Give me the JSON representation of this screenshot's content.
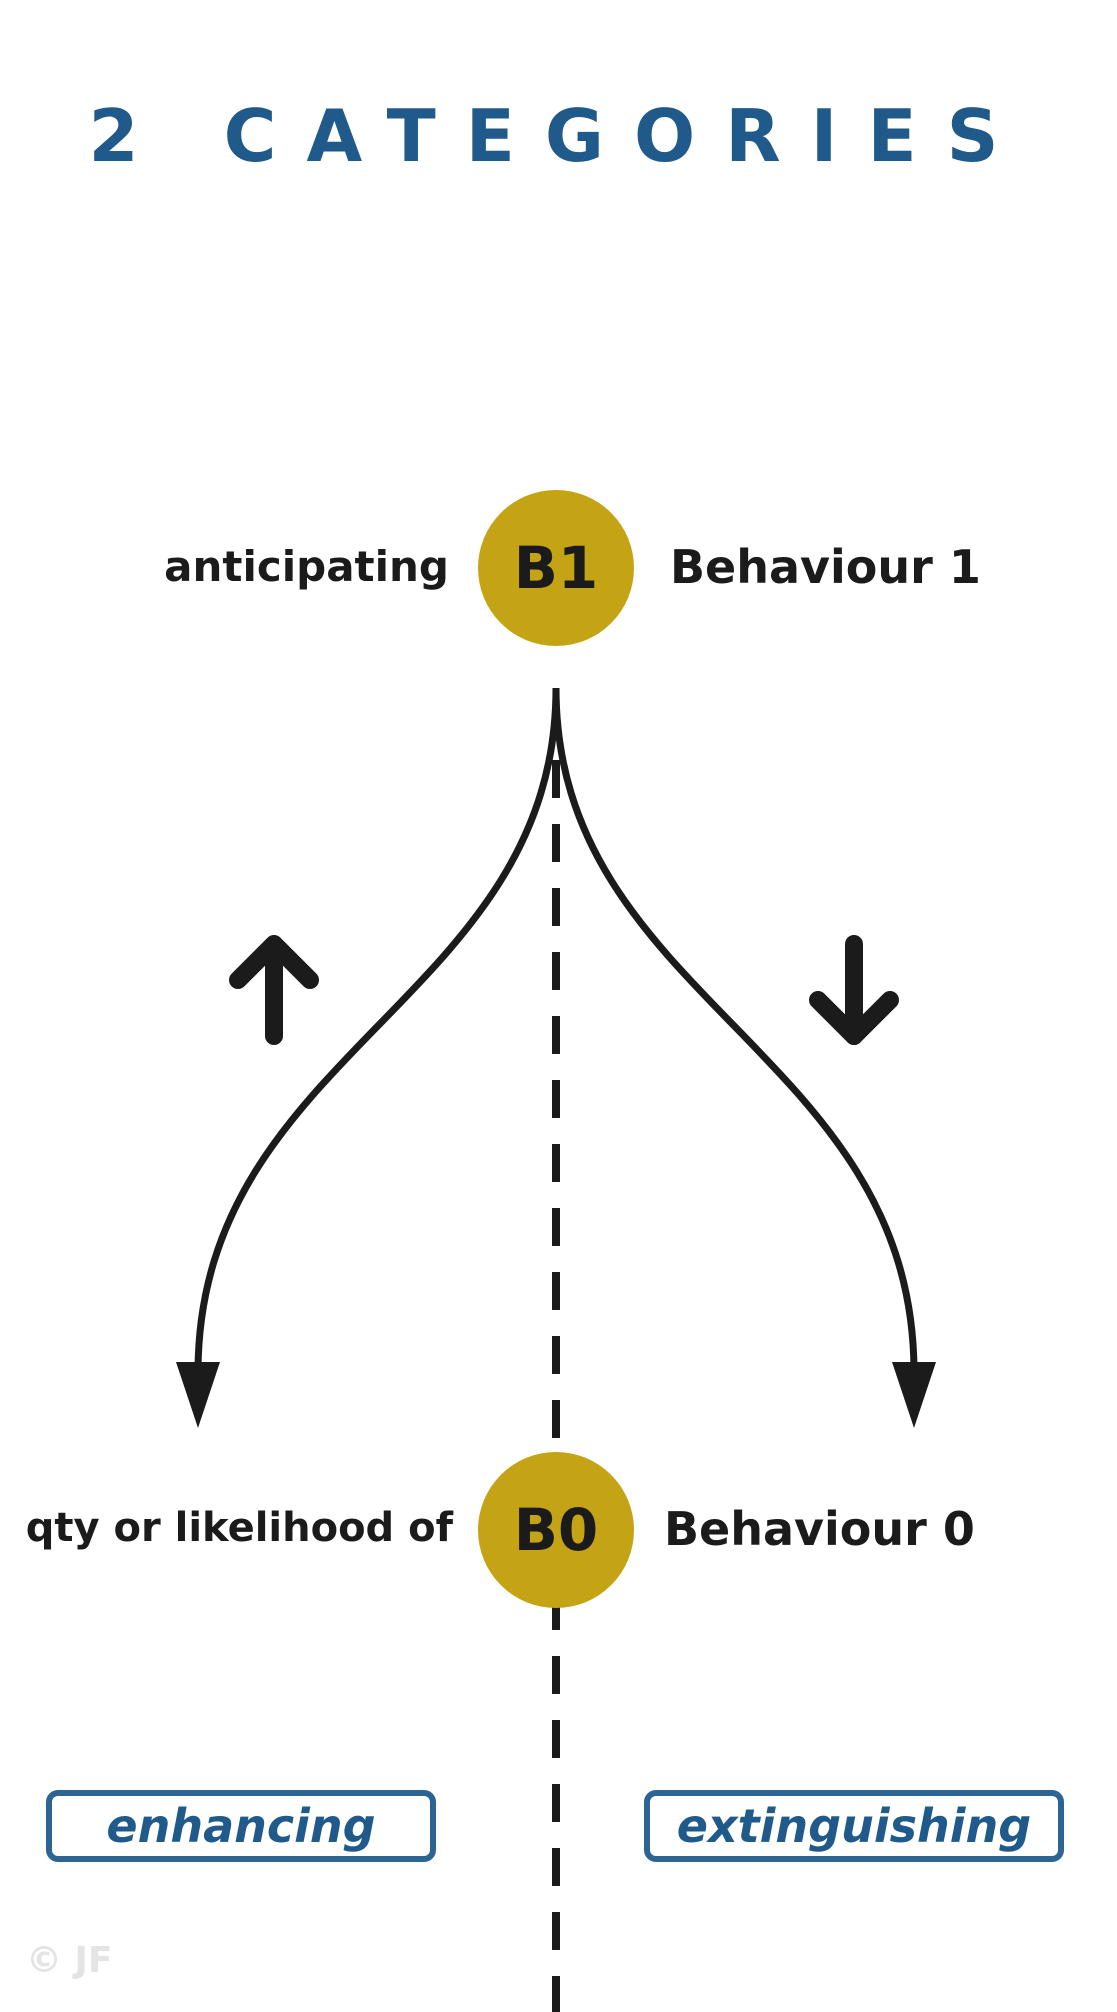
{
  "title": "2 CATEGORIES",
  "nodes": {
    "b1": {
      "label": "B1",
      "left_text": "anticipating",
      "right_text": "Behaviour 1"
    },
    "b0": {
      "label": "B0",
      "left_text": "qty or likelihood of",
      "right_text": "Behaviour 0"
    }
  },
  "indicators": {
    "left": "up-arrow",
    "right": "down-arrow"
  },
  "boxes": {
    "left": "enhancing",
    "right": "extinguishing"
  },
  "copyright": "© JF",
  "colors": {
    "title": "#1f5a8a",
    "circle": "#c4a314",
    "box_border": "#2c6594",
    "ink": "#1b1b1b"
  }
}
